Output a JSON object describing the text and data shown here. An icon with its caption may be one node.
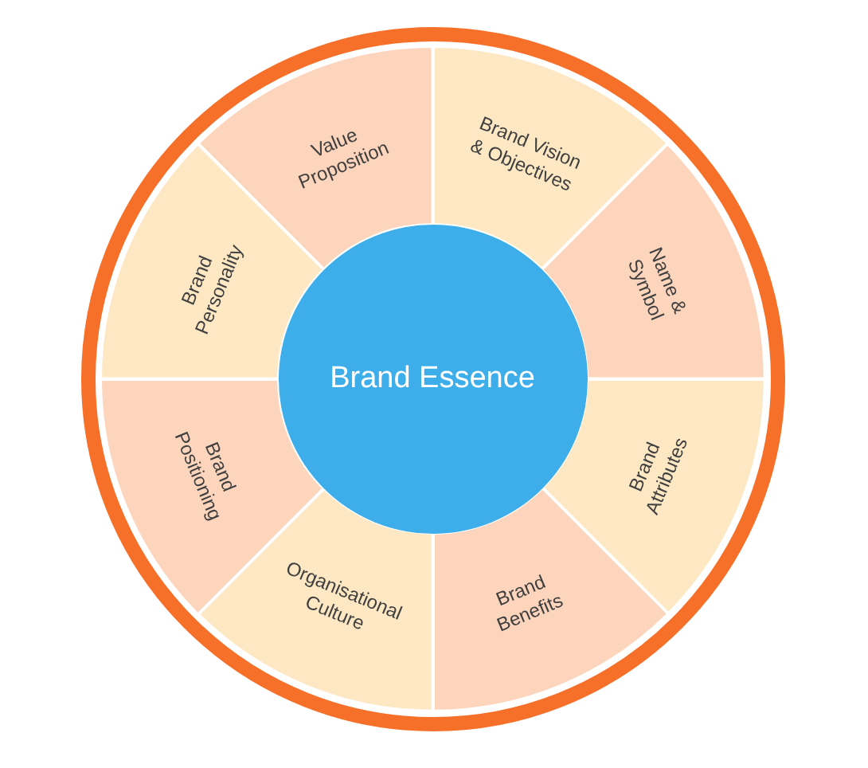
{
  "diagram": {
    "nodes": [
      {
        "text": [
          "Brand Essence"
        ]
      },
      {
        "text": [
          "Value Proposition"
        ]
      },
      {
        "text": [
          "Brand Vision & Objectives"
        ]
      },
      {
        "text": [
          "Name & Symbol"
        ]
      },
      {
        "text": [
          "Brand Attributes"
        ]
      },
      {
        "text": [
          "Brand Benefits"
        ]
      },
      {
        "text": [
          "Organisational Culture"
        ]
      },
      {
        "text": [
          "Brand Positioning"
        ]
      },
      {
        "text": [
          "Brand Personality"
        ]
      }
    ]
  }
}
